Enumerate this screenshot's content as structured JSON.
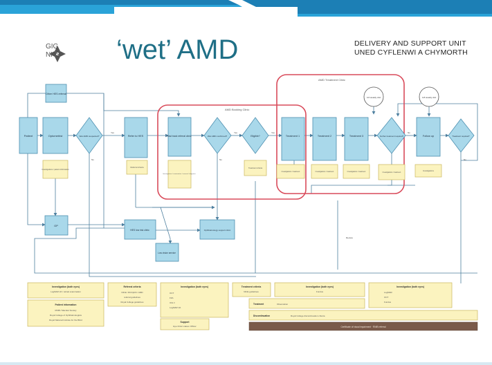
{
  "header": {
    "title": "‘wet’ AMD",
    "logo_line1": "GIG",
    "logo_line2": "NHS",
    "unit_line1": "DELIVERY AND SUPPORT UNIT",
    "unit_line2": "UNED CYFLENWI A CHYMORTH"
  },
  "colors": {
    "banner_dark": "#1c7fb5",
    "banner_light": "#2aa3d8",
    "box_fill": "#a9d8ea",
    "box_stroke": "#4c8fb0",
    "note_fill": "#fbf3bf",
    "note_stroke": "#c9b65e",
    "region_stroke": "#d94a5a",
    "arrow": "#4d7f9f",
    "title": "#1f6f86"
  },
  "diagram": {
    "regions": {
      "booking_clinic": "AMD Booking Clinic",
      "treatment_clinic": "AMD Treatment Clinic"
    },
    "nodes": {
      "patient": "Patient",
      "optometrist": "Optometrist",
      "wet_amd_suspected": "Wet AMD suspected?",
      "refer_hes": "Refer to HES",
      "fast_track": "Fast track referral clinic",
      "wet_amd_confirmed": "Wet AMD confirmed?",
      "eligible": "Eligible?",
      "treatment_1": "Treatment 1",
      "treatment_2": "Treatment 2",
      "treatment_3": "Treatment 3",
      "further_treatment": "Further treatment required?",
      "follow_up": "Follow up",
      "treatment_required": "Treatment required?",
      "gp": "GP",
      "hes_low_risk": "HES low risk clinic",
      "low_vision": "Low vision service",
      "ophthalmology_support": "Ophthalmology support clinic",
      "other_hes": "Other HES referral",
      "visit_limit_1": "4-6 weekly visit",
      "visit_limit_2": "4-8 weekly visit"
    },
    "notes": {
      "investigations_optom": "Investigations / patient information",
      "refer_criteria": "Referral criteria",
      "investigations_booking": "Investigations / examination / consent / diagnosis",
      "treatment_criteria": "Treatment criteria",
      "inv_t1": "Investigations / treatment",
      "inv_t2": "Investigations / treatment",
      "inv_t3": "Investigations / treatment",
      "inv_further": "Investigations / treatment",
      "inv_follow": "Investigations"
    },
    "labels": {
      "no": "No",
      "yes": "Yes",
      "review": "Review"
    }
  },
  "legend": {
    "box1_title": "Investigation (both eyes)",
    "box1_line": "LogMAR VA / retinal examination",
    "box2_title": "Patient information",
    "box2_line1": "RNIB / Macular Society",
    "box2_line2": "Royal College of Ophthalmologists",
    "box2_line3": "Royal National Institute for the Blind",
    "box3_title": "Referral criteria",
    "box3_line1": "NICE / RCOphth / AMD",
    "box3_line2": "referral guidelines",
    "box3_line3": "Royal College guidelines",
    "box4_title": "Investigation (both eyes)",
    "box4_items": [
      "OCT",
      "FFA",
      "ICG ±",
      "LogMAR VA"
    ],
    "box5_title": "Treatment criteria",
    "box5_line": "NICE guidelines",
    "box6_title": "Investigation (both eyes)",
    "box6_line": "Fundus",
    "box7_label": "Treatment",
    "box7_text": "Observation",
    "box8_label": "Discontinuation",
    "box8_text": "Royal College discontinuation criteria",
    "box9_title": "Investigation (both eyes)",
    "box9_items": [
      "LogMAR",
      "OCT",
      "Fundus"
    ],
    "support_title": "Support",
    "support_line": "Eye Clinic Liaison Officer",
    "bar_text": "Certificate of visual impairment · RNIB referral"
  }
}
